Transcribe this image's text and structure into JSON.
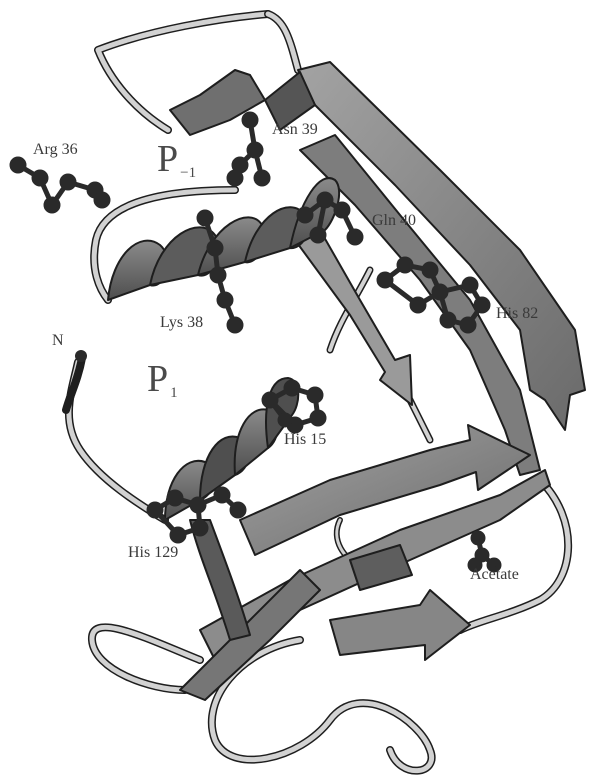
{
  "figure": {
    "residue_labels": {
      "arg36": "Arg 36",
      "asn39": "Asn 39",
      "gln40": "Gln 40",
      "lys38": "Lys 38",
      "his82": "His 82",
      "his15": "His 15",
      "his129": "His 129",
      "acetate": "Acetate"
    },
    "pocket_labels": {
      "p_minus1": {
        "letter": "P",
        "sub": "−1"
      },
      "p1": {
        "letter": "P",
        "sub": "1"
      }
    },
    "terminus_label": "N",
    "colors": {
      "sheet_fill": "#8c8c8c",
      "sheet_dark": "#5a5a5a",
      "helix_fill": "#6f6f6f",
      "loop_fill": "#d2d2d2",
      "edge": "#1e1e1e",
      "atom": "#2a2a2a"
    }
  }
}
